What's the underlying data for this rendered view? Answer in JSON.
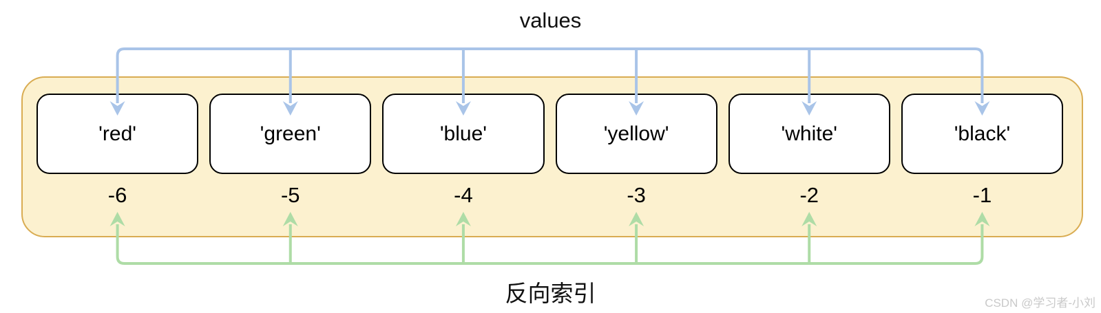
{
  "diagram": {
    "top_label": "values",
    "bottom_label": "反向索引",
    "items": [
      {
        "value": "'red'",
        "index": "-6"
      },
      {
        "value": "'green'",
        "index": "-5"
      },
      {
        "value": "'blue'",
        "index": "-4"
      },
      {
        "value": "'yellow'",
        "index": "-3"
      },
      {
        "value": "'white'",
        "index": "-2"
      },
      {
        "value": "'black'",
        "index": "-1"
      }
    ],
    "colors": {
      "values_arrows": "#A9C4E8",
      "reverse_index_arrows": "#AEDCA6",
      "container_fill": "#FCF1CF",
      "container_border": "#D9AC52",
      "box_border": "#000000"
    }
  },
  "watermark": "CSDN @学习者-小刘"
}
